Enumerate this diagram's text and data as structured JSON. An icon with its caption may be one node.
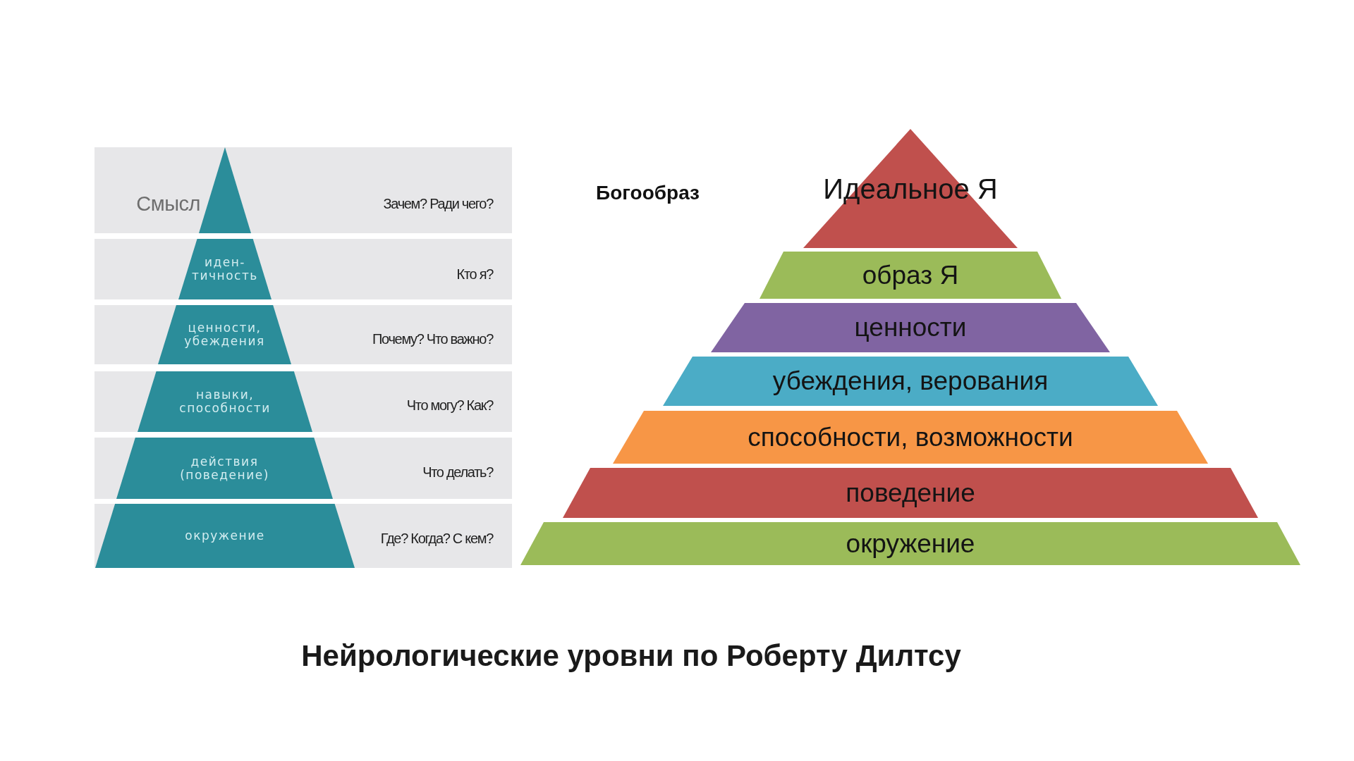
{
  "diagram": {
    "caption": "Нейрологические уровни по Роберту Дилтсу",
    "nodes": [
      {
        "text": [
          "Зачем? Ради чего?"
        ]
      },
      {
        "text": [],
        "shape": "triangle",
        "beside": [
          "Смысл"
        ],
        "in": 0
      },
      {
        "text": [
          "Кто я?"
        ]
      },
      {
        "text": [
          "иден- тичность"
        ],
        "in": 2
      },
      {
        "text": [
          "Почему? Что важно?"
        ]
      },
      {
        "text": [
          "ценности, убеждения"
        ],
        "in": 4
      },
      {
        "text": [
          "Что могу? Как?"
        ]
      },
      {
        "text": [
          "навыки, способности"
        ],
        "in": 6
      },
      {
        "text": [
          "Что делать?"
        ]
      },
      {
        "text": [
          "действия (поведение)"
        ],
        "in": 8
      },
      {
        "text": [
          "Где? Когда? С кем?"
        ]
      },
      {
        "text": [
          "окружение"
        ],
        "in": 10
      },
      {
        "text": [
          "Идеальное Я"
        ]
      },
      {
        "text": [
          "образ Я"
        ]
      },
      {
        "text": [
          "ценности"
        ]
      },
      {
        "text": [
          "убеждения, верования"
        ]
      },
      {
        "text": [
          "способности, возможности"
        ]
      },
      {
        "text": [
          "поведение"
        ]
      },
      {
        "text": [
          "окружение"
        ]
      }
    ],
    "labels": [
      "Богообраз"
    ]
  }
}
